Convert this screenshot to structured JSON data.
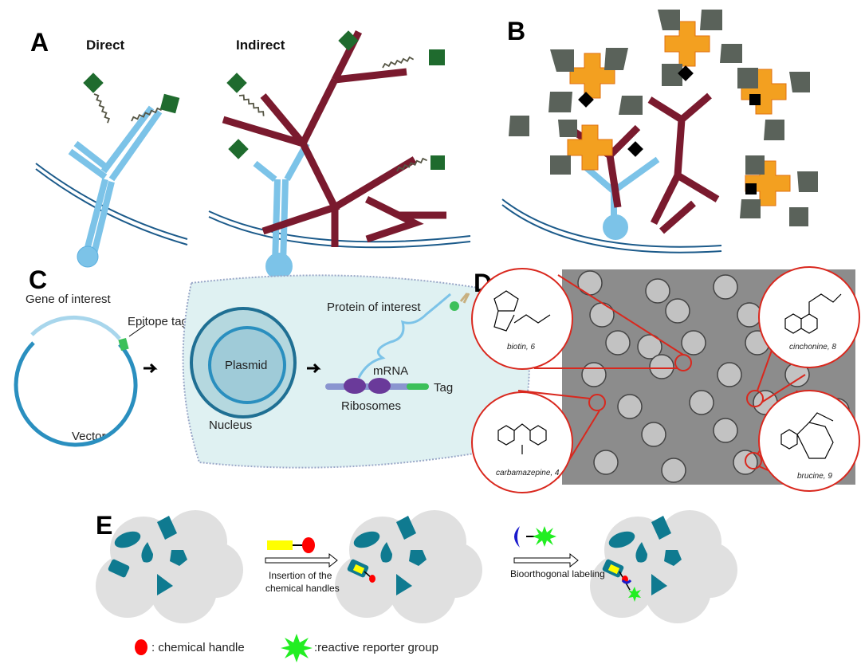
{
  "panels": {
    "a": {
      "letter": "A",
      "direct": "Direct",
      "indirect": "Indirect"
    },
    "b": {
      "letter": "B"
    },
    "c": {
      "letter": "C",
      "gene_of_interest": "Gene of interest",
      "epitope_tag": "Epitope tag",
      "vector": "Vector",
      "protein_of_interest": "Protein of interest",
      "plasmid": "Plasmid",
      "nucleus": "Nucleus",
      "mrna": "mRNA",
      "tag": "Tag",
      "ribosomes": "Ribosomes"
    },
    "d": {
      "letter": "D",
      "insets": [
        "biotin, 6",
        "cinchonine, 8",
        "carbamazepine, 4",
        "brucine, 9"
      ]
    },
    "e": {
      "letter": "E",
      "step1_line1": "Insertion of the",
      "step1_line2": "chemical handles",
      "step2": "Bioorthogonal  labeling",
      "legend_handle": ": chemical handle",
      "legend_reporter": ":reactive reporter group"
    }
  },
  "colors": {
    "primary_antibody": "#7cc3e8",
    "secondary_antibody": "#7a1a2e",
    "label": "#1f6b2e",
    "enzyme": "#f29a1e",
    "substrate": "#5a625a",
    "protein": "#0f7a90",
    "handle": "#ff0000",
    "reporter": "#22ee22",
    "tag_rect": "#ffff00",
    "probe": "#1a1acc"
  }
}
